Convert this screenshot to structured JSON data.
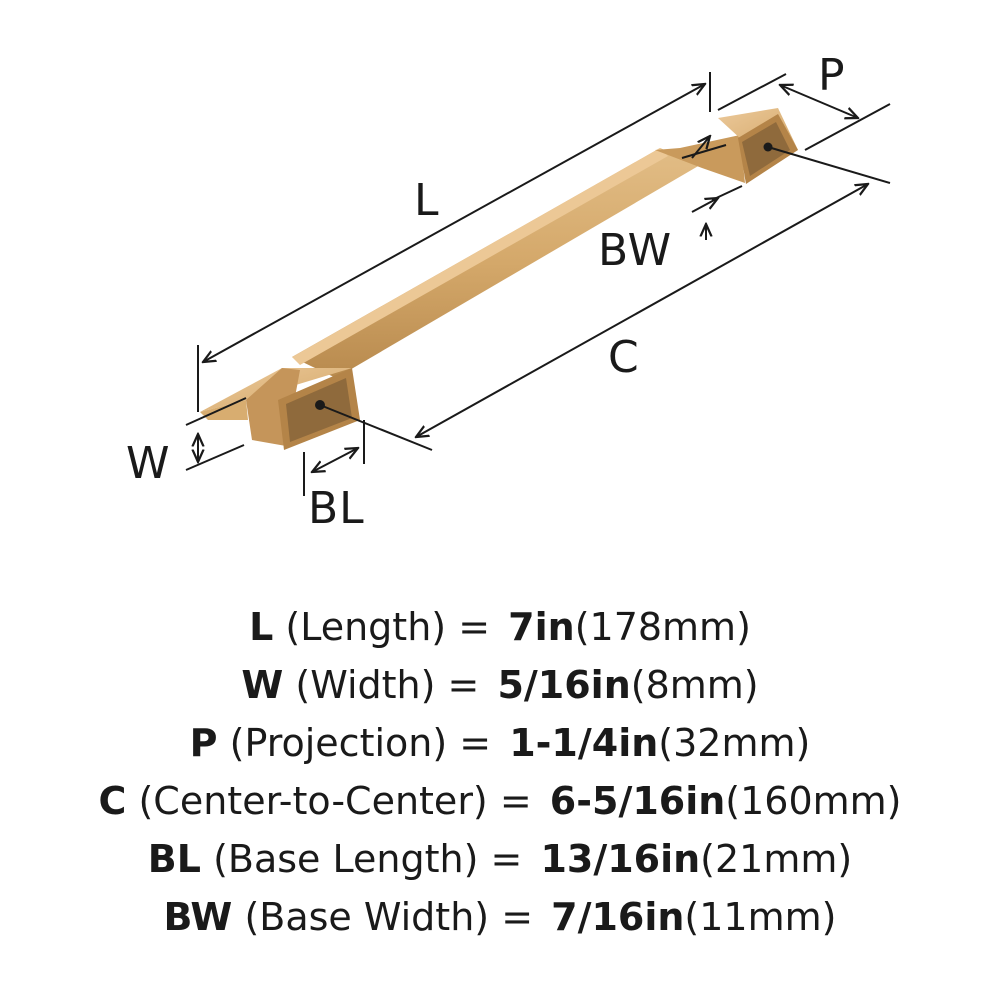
{
  "diagram": {
    "labels": {
      "L": "L",
      "P": "P",
      "BW": "BW",
      "C": "C",
      "W": "W",
      "BL": "BL"
    },
    "colors": {
      "handle_light": "#dcb47c",
      "handle_mid": "#c99a5c",
      "handle_dark": "#a87c44",
      "base_recess": "#8f6a3c",
      "hole": "#1a1a1a",
      "dimension_line": "#1a1a1a"
    }
  },
  "specs": [
    {
      "letter": "L",
      "name": "(Length)",
      "eq": "=",
      "imperial": "7in",
      "metric": "(178mm)"
    },
    {
      "letter": "W",
      "name": "(Width)",
      "eq": "=",
      "imperial": "5/16in",
      "metric": "(8mm)"
    },
    {
      "letter": "P",
      "name": "(Projection)",
      "eq": "=",
      "imperial": "1-1/4in",
      "metric": "(32mm)"
    },
    {
      "letter": "C",
      "name": "(Center-to-Center)",
      "eq": "=",
      "imperial": "6-5/16in",
      "metric": "(160mm)"
    },
    {
      "letter": "BL",
      "name": "(Base Length)",
      "eq": "=",
      "imperial": "13/16in",
      "metric": "(21mm)"
    },
    {
      "letter": "BW",
      "name": "(Base Width)",
      "eq": "=",
      "imperial": "7/16in",
      "metric": "(11mm)"
    }
  ]
}
